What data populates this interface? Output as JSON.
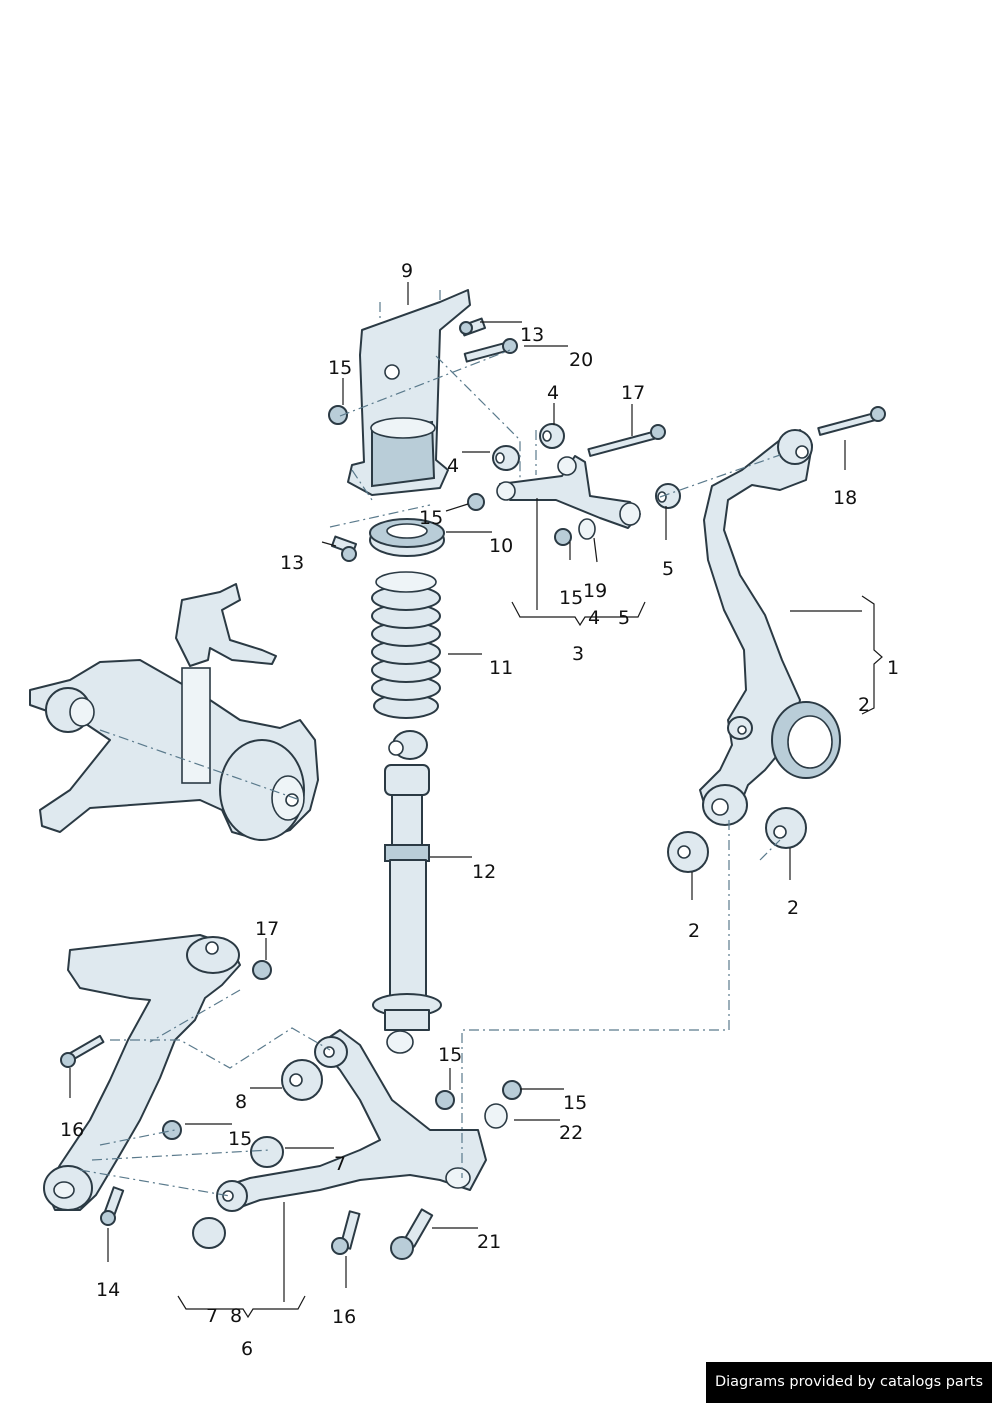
{
  "callouts": {
    "c9": "9",
    "c13a": "13",
    "c20": "20",
    "c15a": "15",
    "c4a": "4",
    "c17a": "17",
    "c4b": "4",
    "c15b": "15",
    "c10": "10",
    "c13b": "13",
    "c15c": "15",
    "c19": "19",
    "c5a": "5",
    "c18": "18",
    "c4c": "4",
    "c5b": "5",
    "c3": "3",
    "c11": "11",
    "c1": "1",
    "c2a": "2",
    "c12": "12",
    "c2b": "2",
    "c2c": "2",
    "c17b": "17",
    "c16a": "16",
    "c15d": "15",
    "c8a": "8",
    "c15e": "15",
    "c15f": "15",
    "c22": "22",
    "c7a": "7",
    "c21": "21",
    "c14": "14",
    "c16b": "16",
    "c7b": "7",
    "c8b": "8",
    "c6": "6"
  },
  "watermark": "Diagrams provided by catalogs parts"
}
